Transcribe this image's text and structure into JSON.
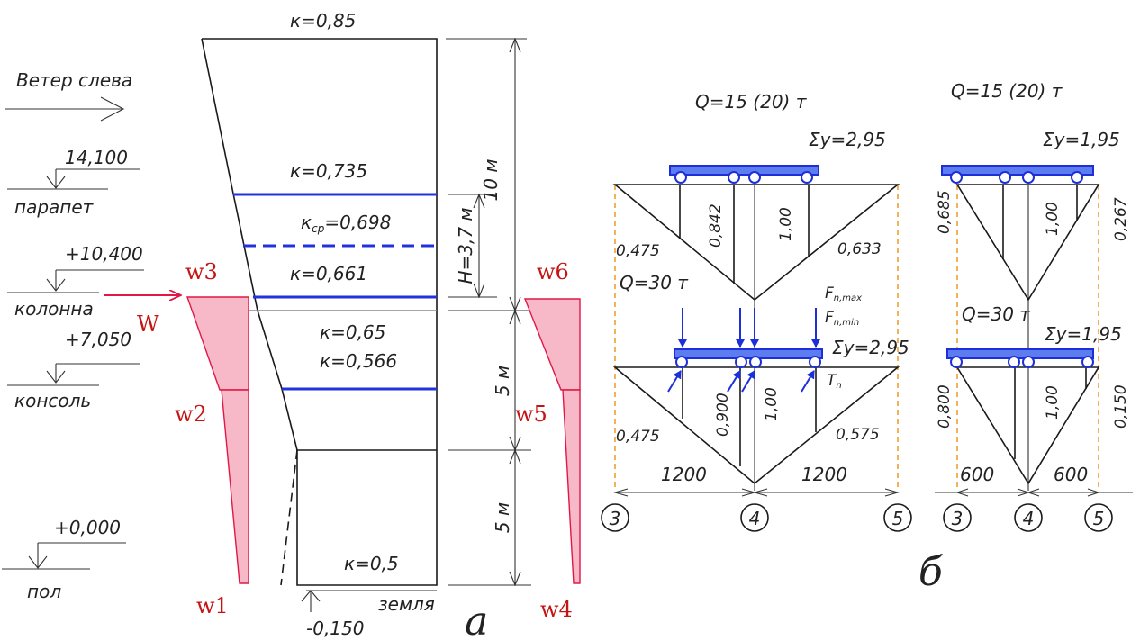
{
  "left_panel": {
    "wind_label": "Ветер слева",
    "levels": [
      {
        "elev": "14,100",
        "name": "парапет"
      },
      {
        "elev": "+10,400",
        "name": "колонна"
      },
      {
        "elev": "+7,050",
        "name": "консоль"
      },
      {
        "elev": "+0,000",
        "name": "пол"
      }
    ],
    "ground_label": "земля",
    "ground_elev": "-0,150"
  },
  "coefficients": {
    "k_top": "к=0,85",
    "k_0735": "к=0,735",
    "k_avg": "к",
    "k_avg_sub": "ср",
    "k_avg_val": "=0,698",
    "k_0661": "к=0,661",
    "k_065": "к=0,65",
    "k_0566": "к=0,566",
    "k_05": "к=0,5"
  },
  "dimensions": {
    "d_10m": "10 м",
    "d_5m_upper": "5 м",
    "d_5m_lower": "5 м",
    "h_label": "H=3,7 м"
  },
  "wind_loads": {
    "w1": "w1",
    "w2": "w2",
    "w3": "w3",
    "w4": "w4",
    "w5": "w5",
    "w6": "w6",
    "W": "W"
  },
  "panel_labels": {
    "a": "а",
    "b": "б"
  },
  "influence_lines": {
    "left": {
      "q_top": "Q=15 (20) т",
      "sum_top": "Σy=2,95",
      "y_top": [
        "0,842",
        "1,00"
      ],
      "y_top_ends": [
        "0,475",
        "0,633"
      ],
      "q_bottom": "Q=30 т",
      "sum_bottom": "Σy=2,95",
      "y_bottom": [
        "0,900",
        "1,00"
      ],
      "y_bottom_ends": [
        "0,475",
        "0,575"
      ],
      "f_max": "F",
      "f_max_sub": "n,max",
      "f_min": "F",
      "f_min_sub": "n,min",
      "t_label": "T",
      "t_sub": "n",
      "spans": [
        "1200",
        "1200"
      ],
      "axes": [
        "3",
        "4",
        "5"
      ]
    },
    "right": {
      "q_top": "Q=15 (20) т",
      "sum_top": "Σy=1,95",
      "y_top": [
        "0,685",
        "1,00",
        "0,267"
      ],
      "q_bottom": "Q=30 т",
      "sum_bottom": "Σy=1,95",
      "y_bottom": [
        "0,800",
        "1,00",
        "0,150"
      ],
      "spans": [
        "600",
        "600"
      ],
      "axes": [
        "3",
        "4",
        "5"
      ]
    }
  },
  "colors": {
    "accent_blue": "#2233dd",
    "wind_red": "#c41414",
    "pink_fill": "#f7b8c8",
    "axis_orange": "#f0a030"
  }
}
